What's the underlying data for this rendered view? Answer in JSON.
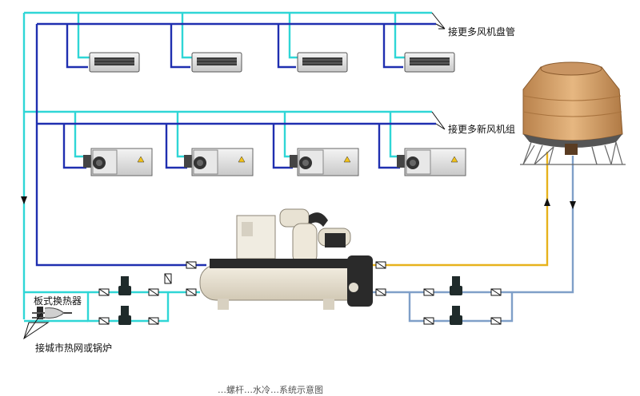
{
  "labels": {
    "fan_coil_more": "接更多风机盘管",
    "fresh_air_more": "接更多新风机组",
    "plate_heat_exchanger": "板式换热器",
    "city_heat_or_boiler": "接城市热网或锅炉",
    "caption": "…螺杆…水冷…系统示意图"
  },
  "colors": {
    "chilled_supply": "#2fd6d6",
    "chilled_return": "#1f2fb0",
    "cooling_supply": "#e7b21c",
    "cooling_return": "#7f9fc8",
    "tower_body": "#d8a569"
  },
  "equipment": {
    "fan_coil_units": 4,
    "fresh_air_units": 4,
    "chiller": "screw-chiller",
    "cooling_tower": "round-cooling-tower"
  }
}
